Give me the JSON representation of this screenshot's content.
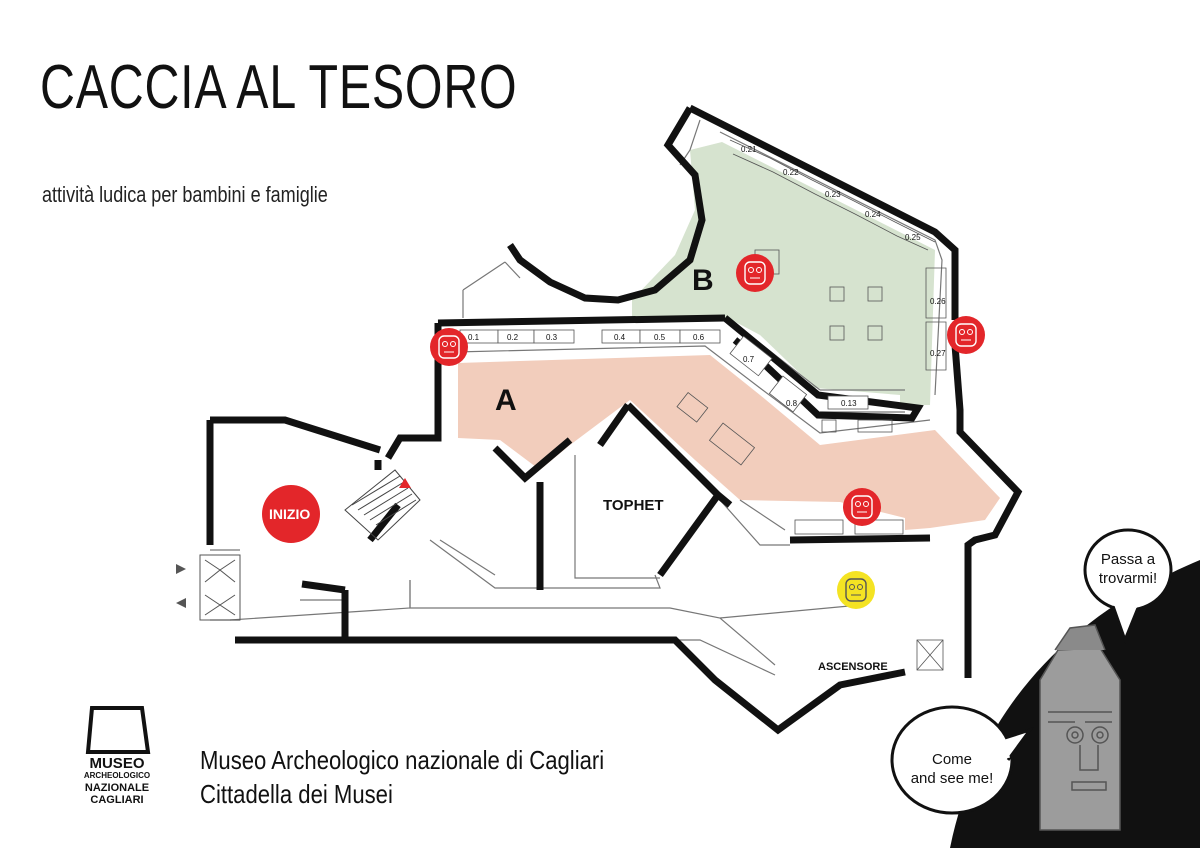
{
  "title": "CACCIA AL TESORO",
  "subtitle": "attività ludica per bambini e famiglie",
  "museum": {
    "line1": "Museo Archeologico nazionale di Cagliari",
    "line2": "Cittadella dei Musei",
    "logo_text": [
      "MUSEO",
      "ARCHEOLOGICO",
      "NAZIONALE",
      "CAGLIARI"
    ]
  },
  "map": {
    "start_label": "INIZIO",
    "room_a": "A",
    "room_b": "B",
    "tophet": "TOPHET",
    "elevator": "ASCENSORE",
    "room_numbers": [
      "0.1",
      "0.2",
      "0.3",
      "0.4",
      "0.5",
      "0.6",
      "0.7",
      "0.8",
      "0.13",
      "0.21",
      "0.22",
      "0.23",
      "0.24",
      "0.25",
      "0.26",
      "0.27"
    ]
  },
  "speech": {
    "italian": [
      "Passa a",
      "trovarmi!"
    ],
    "english": [
      "Come",
      "and see me!"
    ]
  },
  "colors": {
    "start": "#e3262a",
    "room_a": "#f2cdbc",
    "room_b": "#d6e3cf",
    "marker_red": "#e3262a",
    "marker_yellow": "#f4e323",
    "statue_bg": "#111111",
    "statue": "#9c9c9c"
  }
}
